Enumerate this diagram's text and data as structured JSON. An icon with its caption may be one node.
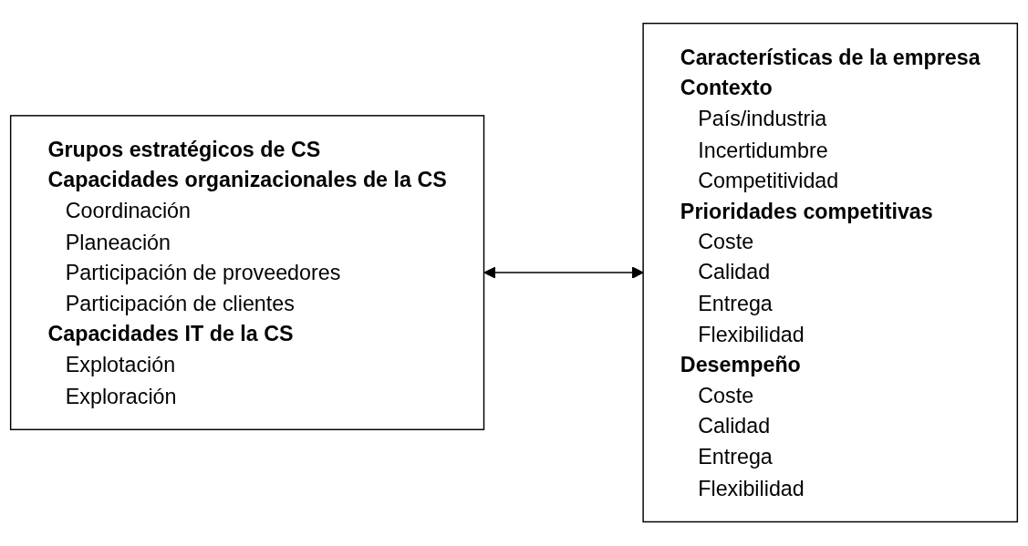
{
  "diagram": {
    "nodes": [
      {
        "text": [
          "Grupos estratégicos de CS",
          "Capacidades organizacionales de la CS",
          "Coordinación",
          "Planeación",
          "Participación de proveedores",
          "Participación de clientes",
          "Capacidades IT de la CS",
          "Explotación",
          "Exploración"
        ]
      },
      {
        "text": [
          "Características de la empresa",
          "Contexto",
          "País/industria",
          "Incertidumbre",
          "Competitividad",
          "Prioridades competitivas",
          "Coste",
          "Calidad",
          "Entrega",
          "Flexibilidad",
          "Desempeño",
          "Coste",
          "Calidad",
          "Entrega",
          "Flexibilidad"
        ]
      }
    ],
    "edges": [
      {
        "from": 0,
        "to": 1,
        "arrow": "both"
      }
    ]
  }
}
